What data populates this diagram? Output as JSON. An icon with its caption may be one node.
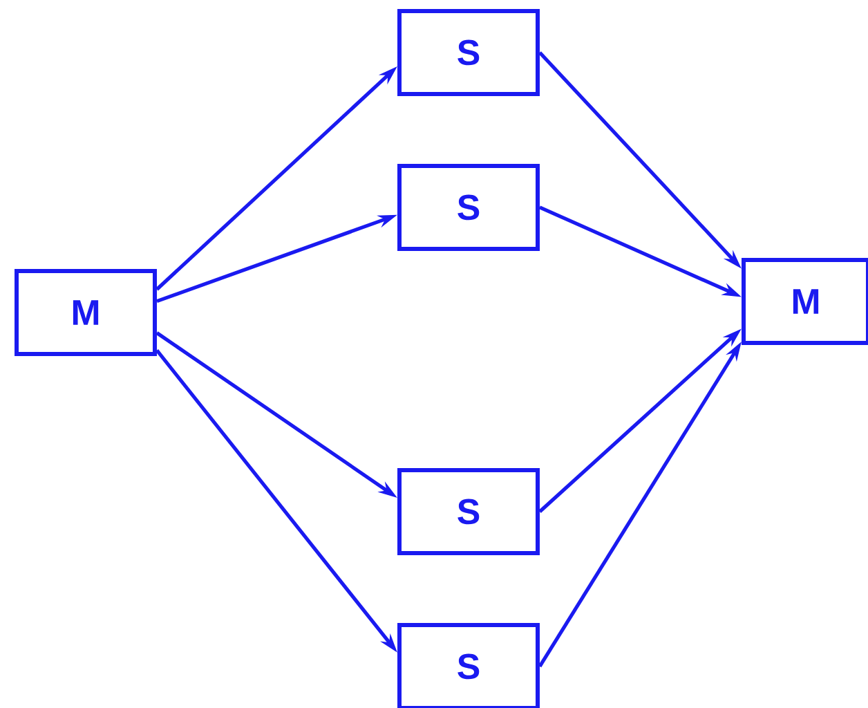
{
  "diagram": {
    "nodes": [
      {
        "text": [
          "M"
        ]
      },
      {
        "text": [
          "S"
        ]
      },
      {
        "text": [
          "S"
        ]
      },
      {
        "text": [
          "S"
        ]
      },
      {
        "text": [
          "S"
        ]
      },
      {
        "text": [
          "M"
        ]
      }
    ],
    "edges": [
      {
        "from": 0,
        "to": 1,
        "arrow": "to"
      },
      {
        "from": 0,
        "to": 2,
        "arrow": "to"
      },
      {
        "from": 0,
        "to": 3,
        "arrow": "to"
      },
      {
        "from": 0,
        "to": 4,
        "arrow": "to"
      },
      {
        "from": 1,
        "to": 5,
        "arrow": "to"
      },
      {
        "from": 2,
        "to": 5,
        "arrow": "to"
      },
      {
        "from": 3,
        "to": 5,
        "arrow": "to"
      },
      {
        "from": 4,
        "to": 5,
        "arrow": "to"
      }
    ]
  }
}
